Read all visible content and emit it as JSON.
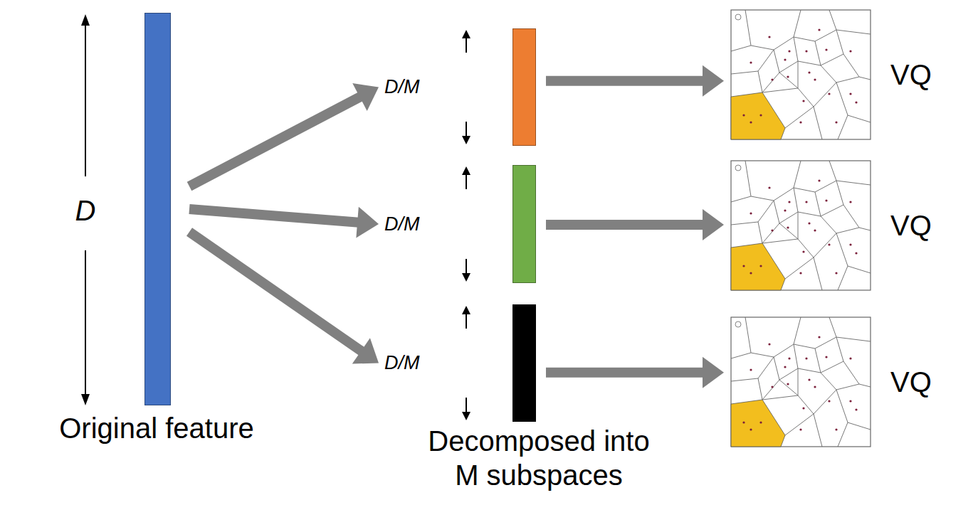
{
  "diagram": {
    "nodes": [
      {
        "text": [
          "Original feature"
        ]
      },
      {
        "text": [
          "D/M"
        ]
      },
      {
        "text": [
          "D/M"
        ]
      },
      {
        "text": [
          "D/M"
        ]
      },
      {
        "text": [
          "VQ"
        ]
      },
      {
        "text": [
          "VQ"
        ]
      },
      {
        "text": [
          "VQ"
        ]
      }
    ],
    "edges": [
      {
        "from": 0,
        "to": 1,
        "arrow": "to"
      },
      {
        "from": 0,
        "to": 2,
        "arrow": "to"
      },
      {
        "from": 0,
        "to": 3,
        "arrow": "to"
      },
      {
        "from": 1,
        "to": 4,
        "arrow": "to"
      },
      {
        "from": 2,
        "to": 5,
        "arrow": "to"
      },
      {
        "from": 3,
        "to": 6,
        "arrow": "to"
      }
    ],
    "labels": [
      "D",
      "Decomposed into M subspaces"
    ]
  }
}
